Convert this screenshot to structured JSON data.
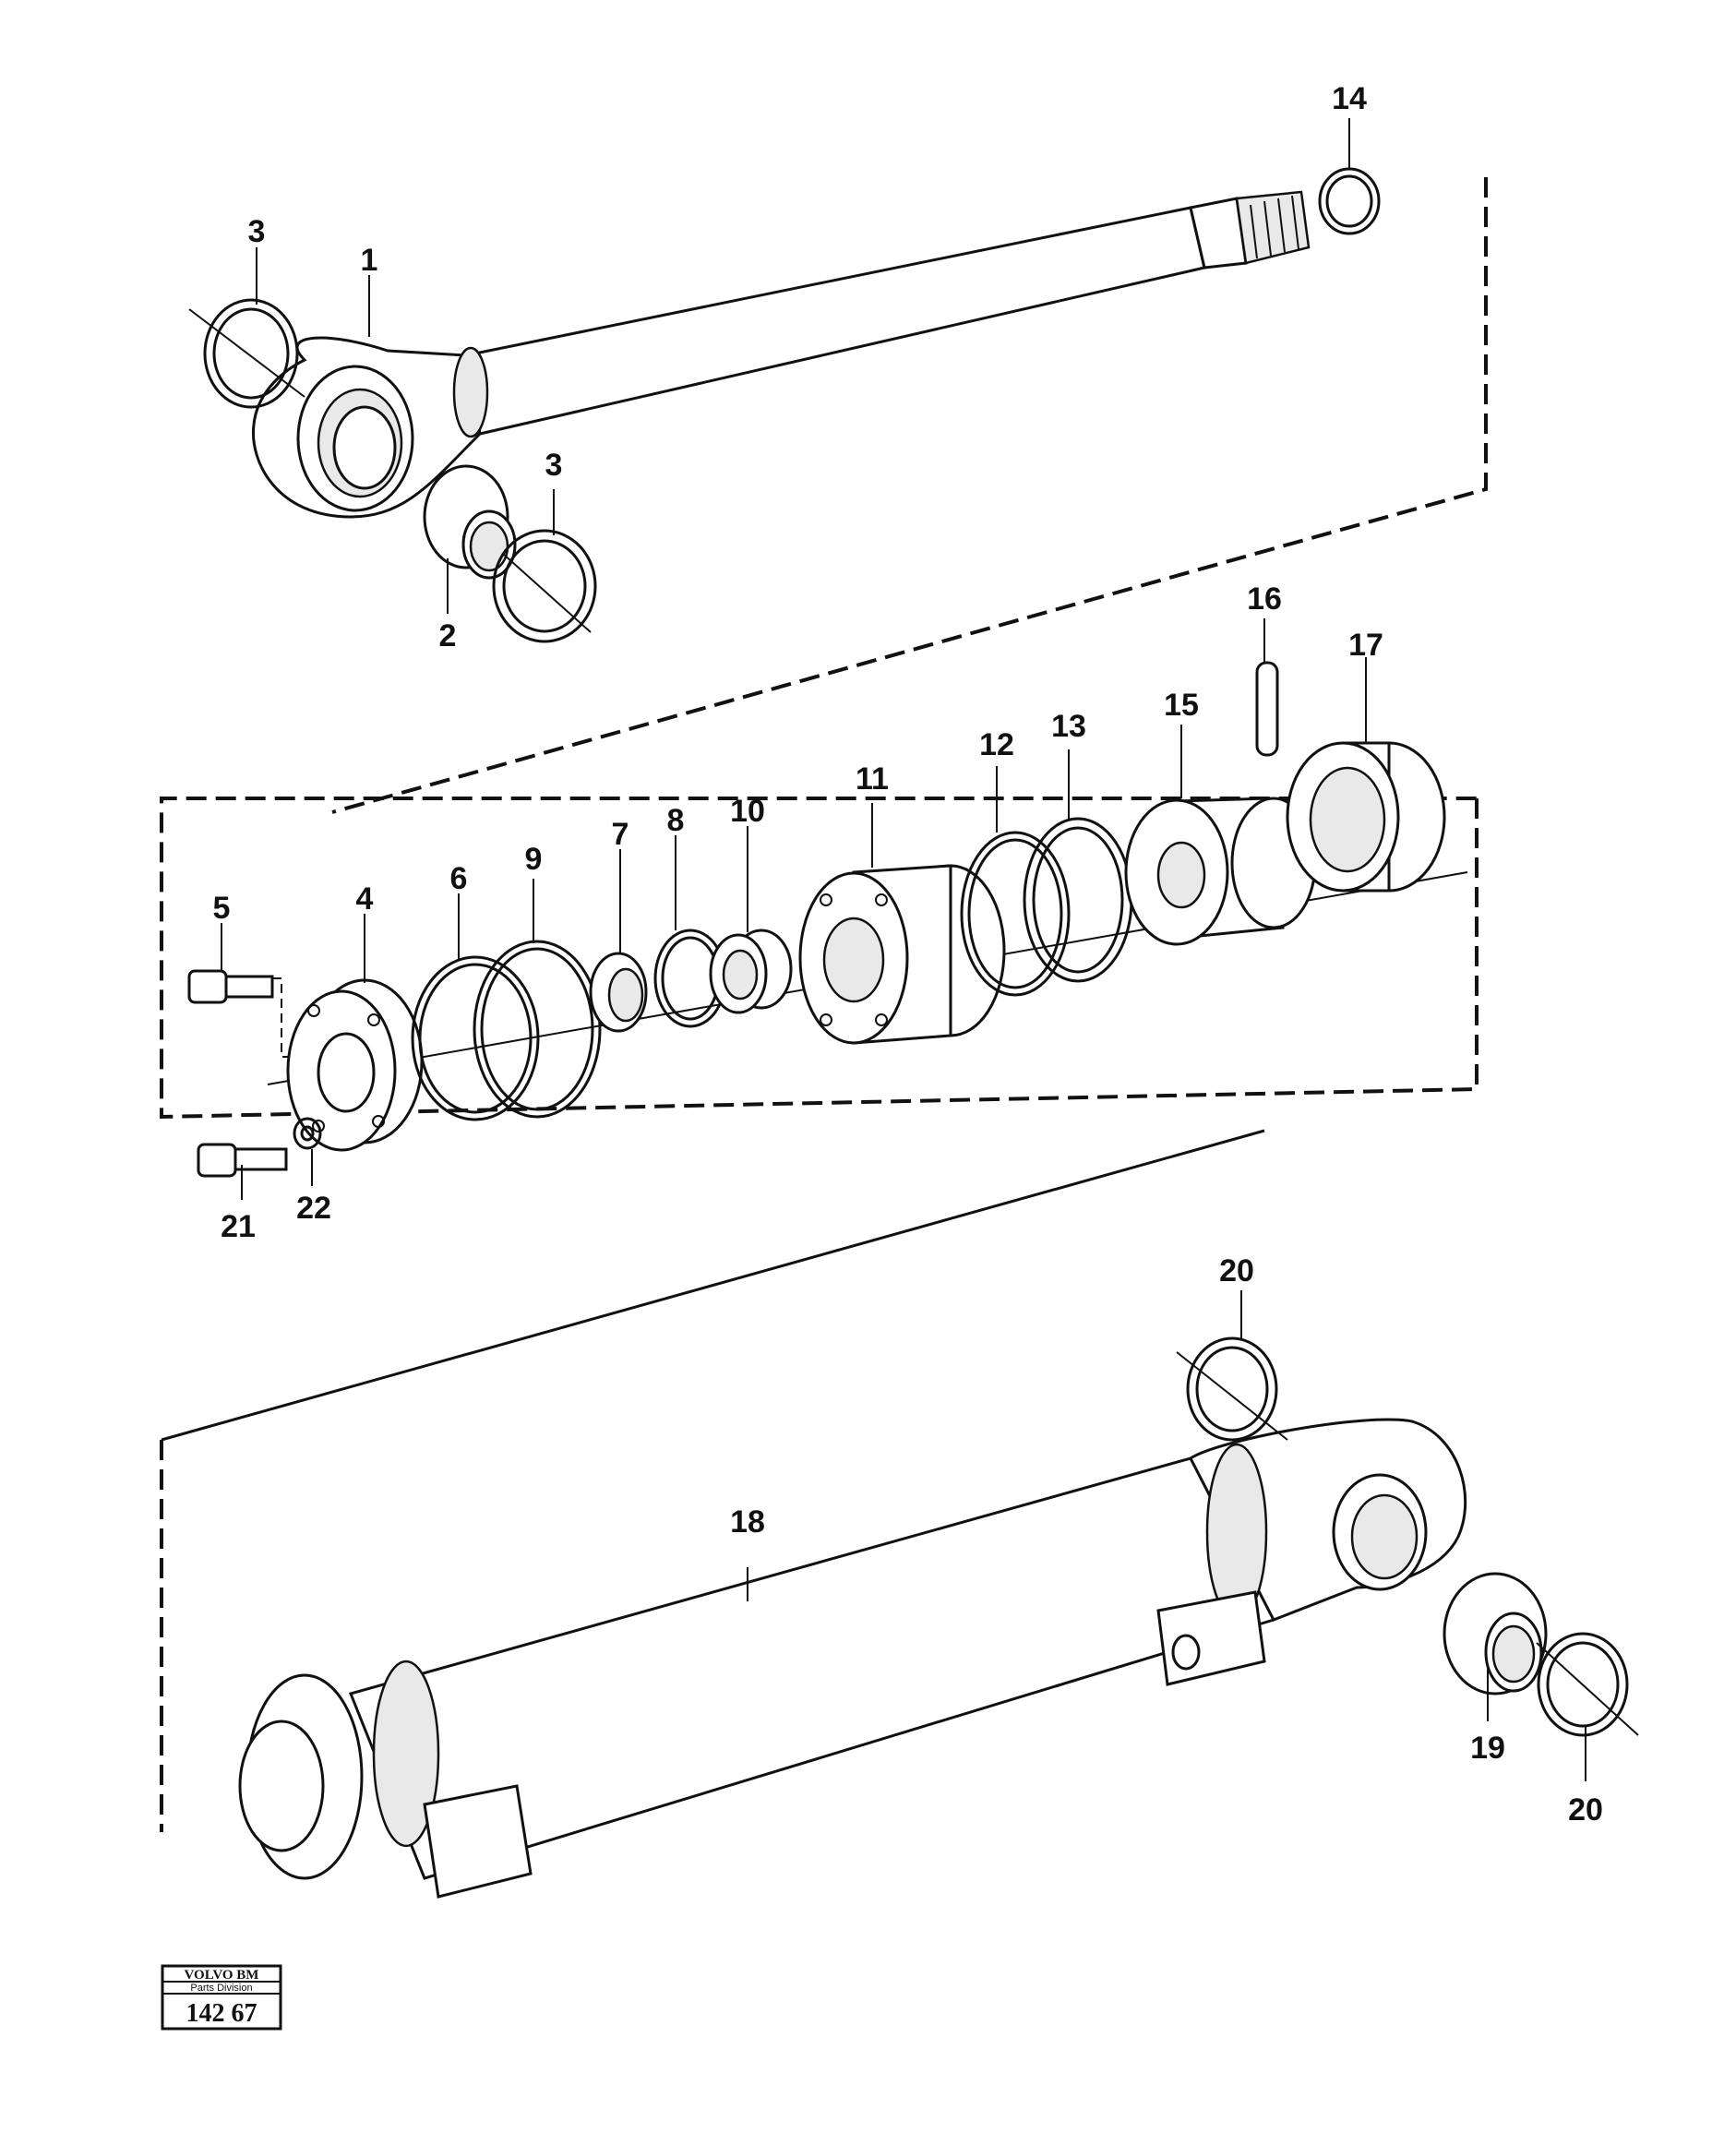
{
  "diagram": {
    "callouts": [
      {
        "id": "c1",
        "text": "1"
      },
      {
        "id": "c2",
        "text": "2"
      },
      {
        "id": "c3a",
        "text": "3"
      },
      {
        "id": "c3b",
        "text": "3"
      },
      {
        "id": "c4",
        "text": "4"
      },
      {
        "id": "c5",
        "text": "5"
      },
      {
        "id": "c6",
        "text": "6"
      },
      {
        "id": "c7",
        "text": "7"
      },
      {
        "id": "c8",
        "text": "8"
      },
      {
        "id": "c9",
        "text": "9"
      },
      {
        "id": "c10",
        "text": "10"
      },
      {
        "id": "c11",
        "text": "11"
      },
      {
        "id": "c12",
        "text": "12"
      },
      {
        "id": "c13",
        "text": "13"
      },
      {
        "id": "c14",
        "text": "14"
      },
      {
        "id": "c15",
        "text": "15"
      },
      {
        "id": "c16",
        "text": "16"
      },
      {
        "id": "c17",
        "text": "17"
      },
      {
        "id": "c18",
        "text": "18"
      },
      {
        "id": "c19",
        "text": "19"
      },
      {
        "id": "c20a",
        "text": "20"
      },
      {
        "id": "c20b",
        "text": "20"
      },
      {
        "id": "c21",
        "text": "21"
      },
      {
        "id": "c22",
        "text": "22"
      }
    ]
  },
  "stamp": {
    "brand": "VOLVO BM",
    "division": "Parts Division",
    "number": "142 67"
  }
}
